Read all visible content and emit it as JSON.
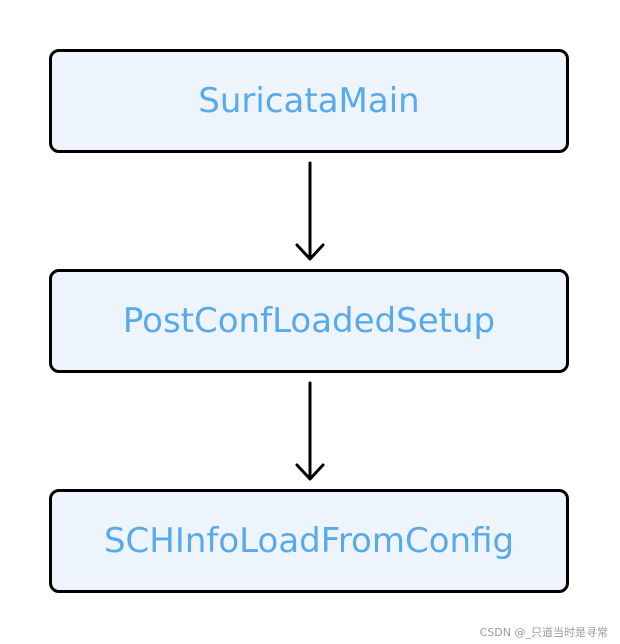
{
  "nodes": [
    {
      "label": "SuricataMain"
    },
    {
      "label": "PostConfLoadedSetup"
    },
    {
      "label": "SCHInfoLoadFromConfig"
    }
  ],
  "edges": [
    {
      "from": 0,
      "to": 1
    },
    {
      "from": 1,
      "to": 2
    }
  ],
  "colors": {
    "node_fill": "#eef4fc",
    "node_border": "#000000",
    "label_text": "#59aaea",
    "arrow": "#000000"
  },
  "watermark": "CSDN @_只道当时是寻常"
}
